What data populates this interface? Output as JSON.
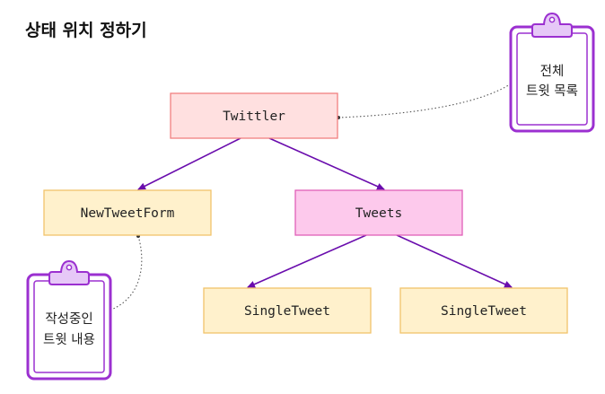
{
  "title": "상태 위치 정하기",
  "colors": {
    "root_fill": "#ffe0e0",
    "root_stroke": "#f08080",
    "form_fill": "#fff1cc",
    "form_stroke": "#f2c36b",
    "list_fill": "#fdc9ec",
    "list_stroke": "#e060b8",
    "leaf_fill": "#fff1cc",
    "leaf_stroke": "#f2c36b",
    "arrow": "#6a0dad",
    "clipboard_fill": "#ffffff",
    "clipboard_stroke": "#9b30d0",
    "clipboard_clip": "#e6c8f7",
    "dotted": "#555555"
  },
  "nodes": {
    "twittler": {
      "label": "Twittler"
    },
    "new_tweet_form": {
      "label": "NewTweetForm"
    },
    "tweets": {
      "label": "Tweets"
    },
    "single_tweet_left": {
      "label": "SingleTweet"
    },
    "single_tweet_right": {
      "label": "SingleTweet"
    }
  },
  "notes": {
    "all_tweets": {
      "line1": "전체",
      "line2": "트윗 목록"
    },
    "draft_tweet": {
      "line1": "작성중인",
      "line2": "트윗 내용"
    }
  }
}
